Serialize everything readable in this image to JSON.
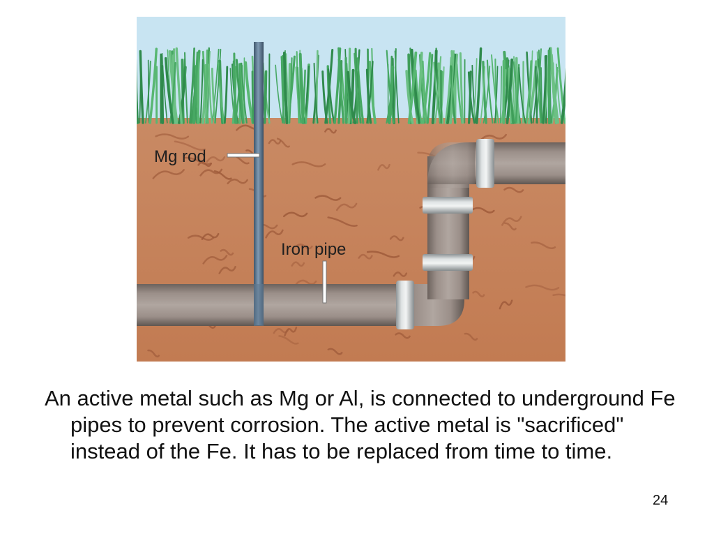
{
  "diagram": {
    "labels": {
      "mg_rod": "Mg rod",
      "iron_pipe": "Iron pipe"
    },
    "colors": {
      "sky": "#c8e4f2",
      "grass": "#4fae68",
      "soil": "#c9855e",
      "pipe": "#a69a94",
      "mg_rod": "#5a7590",
      "collar": "#c7cbcc"
    }
  },
  "caption": {
    "text": "An active metal such as Mg or Al, is connected to underground Fe pipes to prevent corrosion. The active metal is \"sacrificed\" instead of the Fe. It has to be replaced from time to time."
  },
  "page_number": "24"
}
